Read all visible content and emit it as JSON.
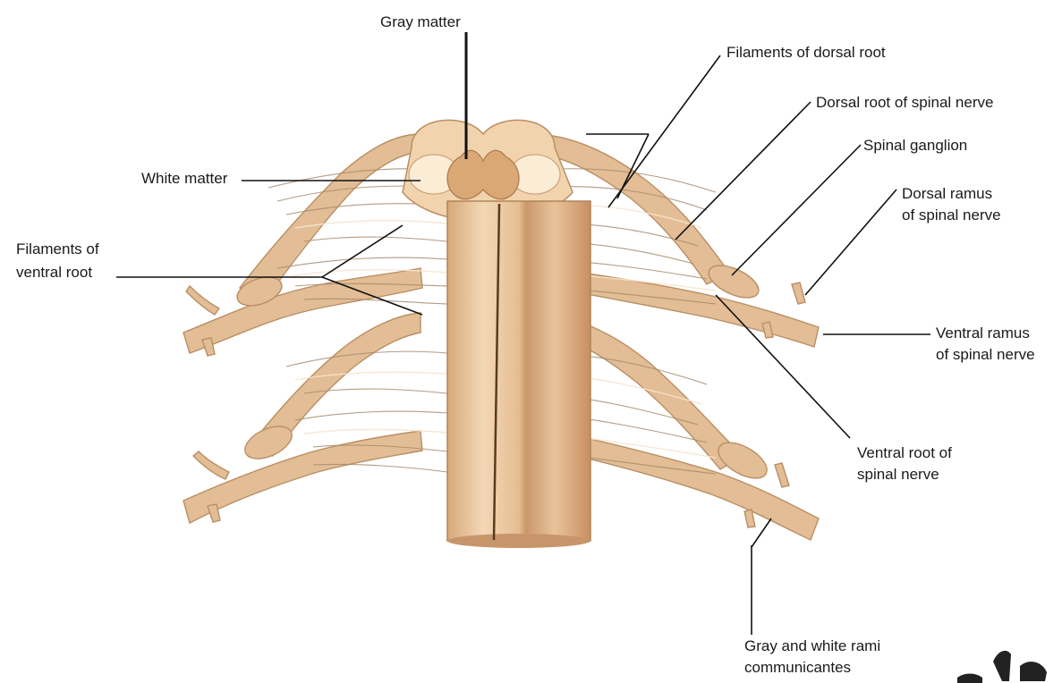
{
  "labels": {
    "gray_matter": "Gray matter",
    "white_matter": "White matter",
    "filaments_ventral_line1": "Filaments of",
    "filaments_ventral_line2": "ventral root",
    "filaments_dorsal": "Filaments of dorsal root",
    "dorsal_root": "Dorsal root of spinal nerve",
    "spinal_ganglion": "Spinal ganglion",
    "dorsal_ramus_line1": "Dorsal ramus",
    "dorsal_ramus_line2": "of spinal nerve",
    "ventral_ramus_line1": "Ventral ramus",
    "ventral_ramus_line2": "of spinal nerve",
    "ventral_root_line1": "Ventral root of",
    "ventral_root_line2": "spinal nerve",
    "rami_line1": "Gray and white rami",
    "rami_line2": "communicantes"
  },
  "colors": {
    "cord_light": "#f3d8b6",
    "cord_mid": "#e6be92",
    "cord_dark": "#c8956a",
    "gray_matter": "#d9a874",
    "white_matter": "#fbecd6",
    "nerve": "#e2bd95",
    "outline": "#b98f64"
  }
}
